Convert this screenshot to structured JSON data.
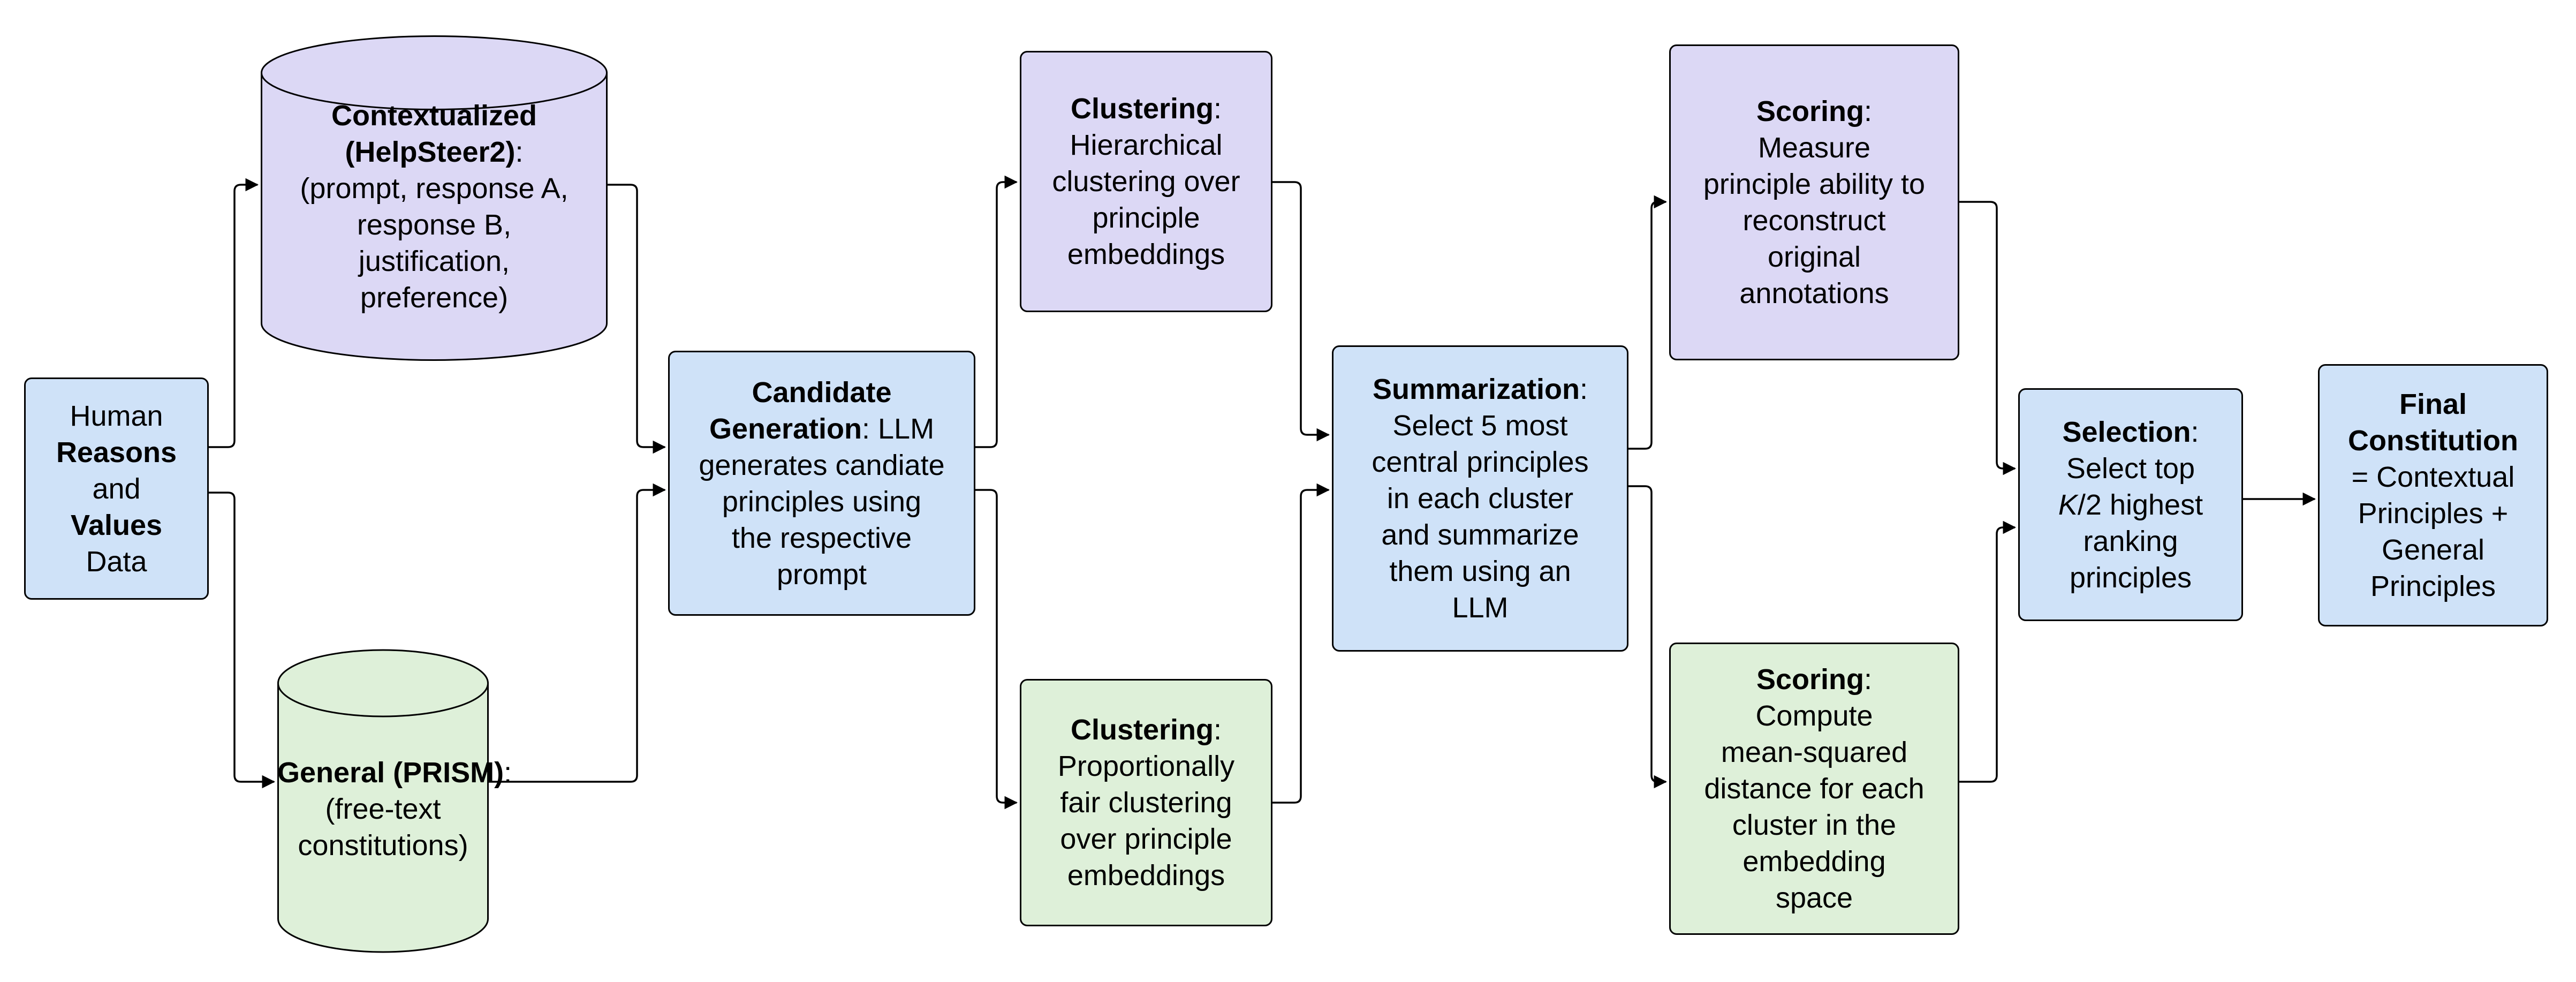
{
  "diagram": {
    "title": "Constitution generation pipeline",
    "colors": {
      "blue": "#cfe2f8",
      "purple": "#dcd8f5",
      "green": "#def0d9",
      "border": "#000000",
      "text": "#000000",
      "background": "#ffffff"
    },
    "nodes": [
      {
        "id": "human-data",
        "shape": "rect",
        "color": "blue",
        "lines": [
          [
            {
              "t": "Human"
            }
          ],
          [
            {
              "t": "Reasons",
              "b": true
            }
          ],
          [
            {
              "t": "and"
            }
          ],
          [
            {
              "t": "Values",
              "b": true
            }
          ],
          [
            {
              "t": "Data"
            }
          ]
        ]
      },
      {
        "id": "contextualized-db",
        "shape": "cylinder",
        "color": "purple",
        "lines": [
          [
            {
              "t": "Contextualized",
              "b": true
            }
          ],
          [
            {
              "t": "(HelpSteer2)",
              "b": true
            },
            {
              "t": ":"
            }
          ],
          [
            {
              "t": "(prompt, response A,"
            }
          ],
          [
            {
              "t": "response B,"
            }
          ],
          [
            {
              "t": "justification,"
            }
          ],
          [
            {
              "t": "preference)"
            }
          ]
        ]
      },
      {
        "id": "general-db",
        "shape": "cylinder",
        "color": "green",
        "lines": [
          [
            {
              "t": "General (PRISM)",
              "b": true
            },
            {
              "t": ":"
            }
          ],
          [
            {
              "t": "(free-text"
            }
          ],
          [
            {
              "t": "constitutions)"
            }
          ]
        ]
      },
      {
        "id": "candidate-generation",
        "shape": "rect",
        "color": "blue",
        "lines": [
          [
            {
              "t": "Candidate",
              "b": true
            }
          ],
          [
            {
              "t": "Generation",
              "b": true
            },
            {
              "t": ": LLM"
            }
          ],
          [
            {
              "t": "generates candiate"
            }
          ],
          [
            {
              "t": "principles using"
            }
          ],
          [
            {
              "t": "the respective"
            }
          ],
          [
            {
              "t": "prompt"
            }
          ]
        ]
      },
      {
        "id": "clustering-hierarchical",
        "shape": "rect",
        "color": "purple",
        "lines": [
          [
            {
              "t": "Clustering",
              "b": true
            },
            {
              "t": ":"
            }
          ],
          [
            {
              "t": "Hierarchical"
            }
          ],
          [
            {
              "t": "clustering over"
            }
          ],
          [
            {
              "t": "principle"
            }
          ],
          [
            {
              "t": "embeddings"
            }
          ]
        ]
      },
      {
        "id": "clustering-fair",
        "shape": "rect",
        "color": "green",
        "lines": [
          [
            {
              "t": "Clustering",
              "b": true
            },
            {
              "t": ":"
            }
          ],
          [
            {
              "t": "Proportionally"
            }
          ],
          [
            {
              "t": "fair clustering"
            }
          ],
          [
            {
              "t": "over principle"
            }
          ],
          [
            {
              "t": "embeddings"
            }
          ]
        ]
      },
      {
        "id": "summarization",
        "shape": "rect",
        "color": "blue",
        "lines": [
          [
            {
              "t": "Summarization",
              "b": true
            },
            {
              "t": ":"
            }
          ],
          [
            {
              "t": "Select 5 most"
            }
          ],
          [
            {
              "t": "central principles"
            }
          ],
          [
            {
              "t": "in each cluster"
            }
          ],
          [
            {
              "t": "and summarize"
            }
          ],
          [
            {
              "t": "them using an"
            }
          ],
          [
            {
              "t": "LLM"
            }
          ]
        ]
      },
      {
        "id": "scoring-reconstruction",
        "shape": "rect",
        "color": "purple",
        "lines": [
          [
            {
              "t": "Scoring",
              "b": true
            },
            {
              "t": ":"
            }
          ],
          [
            {
              "t": "Measure"
            }
          ],
          [
            {
              "t": "principle ability to"
            }
          ],
          [
            {
              "t": "reconstruct"
            }
          ],
          [
            {
              "t": "original"
            }
          ],
          [
            {
              "t": "annotations"
            }
          ]
        ]
      },
      {
        "id": "scoring-msd",
        "shape": "rect",
        "color": "green",
        "lines": [
          [
            {
              "t": "Scoring",
              "b": true
            },
            {
              "t": ":"
            }
          ],
          [
            {
              "t": "Compute"
            }
          ],
          [
            {
              "t": "mean-squared"
            }
          ],
          [
            {
              "t": "distance for each"
            }
          ],
          [
            {
              "t": "cluster in the"
            }
          ],
          [
            {
              "t": "embedding"
            }
          ],
          [
            {
              "t": "space"
            }
          ]
        ]
      },
      {
        "id": "selection",
        "shape": "rect",
        "color": "blue",
        "lines": [
          [
            {
              "t": "Selection",
              "b": true
            },
            {
              "t": ":"
            }
          ],
          [
            {
              "t": "Select top"
            }
          ],
          [
            {
              "t": "K",
              "i": true
            },
            {
              "t": "/2 highest"
            }
          ],
          [
            {
              "t": "ranking"
            }
          ],
          [
            {
              "t": "principles"
            }
          ]
        ]
      },
      {
        "id": "final-constitution",
        "shape": "rect",
        "color": "blue",
        "lines": [
          [
            {
              "t": "Final",
              "b": true
            }
          ],
          [
            {
              "t": "Constitution",
              "b": true
            }
          ],
          [
            {
              "t": "= Contextual"
            }
          ],
          [
            {
              "t": "Principles +"
            }
          ],
          [
            {
              "t": "General"
            }
          ],
          [
            {
              "t": "Principles"
            }
          ]
        ]
      }
    ],
    "edges": [
      {
        "from": "human-data",
        "to": "contextualized-db"
      },
      {
        "from": "human-data",
        "to": "general-db"
      },
      {
        "from": "contextualized-db",
        "to": "candidate-generation"
      },
      {
        "from": "general-db",
        "to": "candidate-generation"
      },
      {
        "from": "candidate-generation",
        "to": "clustering-hierarchical"
      },
      {
        "from": "candidate-generation",
        "to": "clustering-fair"
      },
      {
        "from": "clustering-hierarchical",
        "to": "summarization"
      },
      {
        "from": "clustering-fair",
        "to": "summarization"
      },
      {
        "from": "summarization",
        "to": "scoring-reconstruction"
      },
      {
        "from": "summarization",
        "to": "scoring-msd"
      },
      {
        "from": "scoring-reconstruction",
        "to": "selection"
      },
      {
        "from": "scoring-msd",
        "to": "selection"
      },
      {
        "from": "selection",
        "to": "final-constitution"
      }
    ]
  }
}
